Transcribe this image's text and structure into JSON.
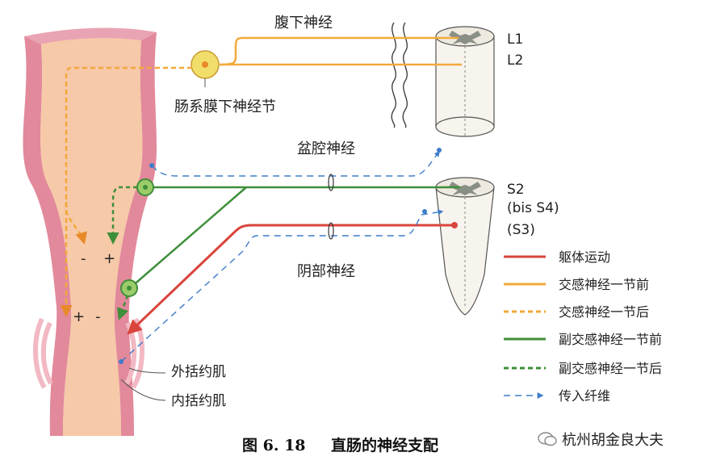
{
  "labels": {
    "hypogastric": "腹下神经",
    "ganglion": "肠系膜下神经节",
    "pelvic": "盆腔神经",
    "pudendal": "阴部神经",
    "external_sphincter": "外括约肌",
    "internal_sphincter": "内括约肌",
    "l1": "L1",
    "l2": "L2",
    "s2": "S2",
    "s4": "(bis S4)",
    "s3": "(S3)",
    "minus": "-",
    "plus": "+"
  },
  "legend": [
    {
      "label": "躯体运动",
      "color": "#d9443b",
      "style": "solid"
    },
    {
      "label": "交感神经一节前",
      "color": "#f2a93b",
      "style": "solid"
    },
    {
      "label": "交感神经一节后",
      "color": "#f2a93b",
      "style": "dashed"
    },
    {
      "label": "副交感神经一节前",
      "color": "#3f8f3a",
      "style": "solid"
    },
    {
      "label": "副交感神经一节后",
      "color": "#3f8f3a",
      "style": "dashed"
    },
    {
      "label": "传入纤维",
      "color": "#3d7cc9",
      "style": "arrow"
    }
  ],
  "caption": {
    "number": "图 6. 18",
    "title": "直肠的神经支配"
  },
  "watermark": "杭州胡金良大夫",
  "colors": {
    "rectum_fill": "#f6c9a8",
    "rectum_wall": "#e2899b",
    "somatic": "#d9443b",
    "sympathetic": "#f2a93b",
    "parasympathetic": "#3f8f3a",
    "afferent": "#3d7cc9"
  }
}
